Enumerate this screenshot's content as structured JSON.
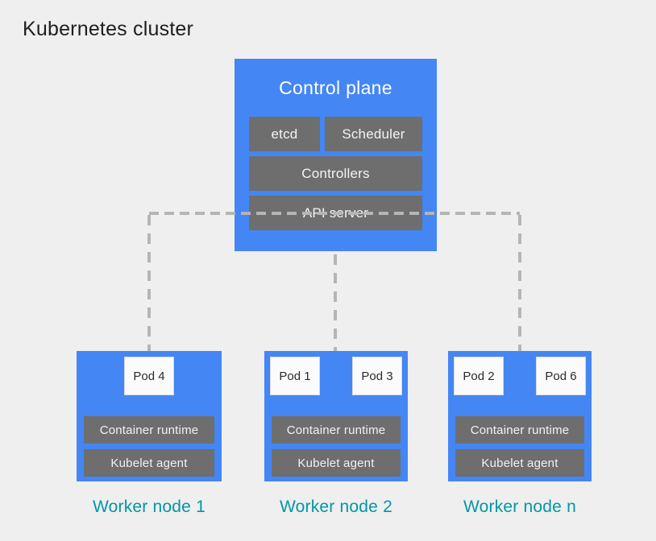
{
  "title": "Kubernetes cluster",
  "colors": {
    "background": "#efefef",
    "node_blue": "#4486f4",
    "component_gray": "#6e6e6e",
    "pod_white": "#fbfbfb",
    "worker_label_teal": "#0097a7",
    "connector_gray": "#b5b5b5",
    "title_text": "#1e1e1e"
  },
  "control_plane": {
    "label": "Control plane",
    "components": {
      "etcd": "etcd",
      "scheduler": "Scheduler",
      "controllers": "Controllers",
      "api_server": "API server"
    }
  },
  "worker_nodes": [
    {
      "label": "Worker node 1",
      "pods": [
        "Pod 4"
      ],
      "container_runtime": "Container runtime",
      "kubelet": "Kubelet agent"
    },
    {
      "label": "Worker node 2",
      "pods": [
        "Pod 1",
        "Pod 3"
      ],
      "container_runtime": "Container runtime",
      "kubelet": "Kubelet agent"
    },
    {
      "label": "Worker node n",
      "pods": [
        "Pod 2",
        "Pod 6"
      ],
      "container_runtime": "Container runtime",
      "kubelet": "Kubelet agent"
    }
  ]
}
